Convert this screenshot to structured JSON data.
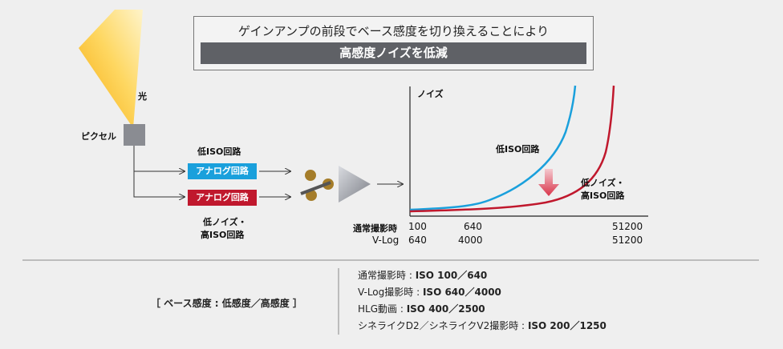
{
  "title": {
    "line1": "ゲインアンプの前段でベース感度を切り換えることにより",
    "line2": "高感度ノイズを低減"
  },
  "diagram": {
    "light_label": "光",
    "pixel_label": "ピクセル",
    "low_iso_label": "低ISO回路",
    "analog_top": "アナログ回路",
    "analog_bottom": "アナログ回路",
    "low_noise_line1": "低ノイズ・",
    "low_noise_line2": "高ISO回路"
  },
  "chart_data": {
    "type": "line",
    "ylabel": "ノイズ",
    "series": [
      {
        "name": "低ISO回路",
        "color": "#1aa0dc"
      },
      {
        "name": "低ノイズ・高ISO回路",
        "color": "#c0182d"
      }
    ],
    "series_label_red_line1": "低ノイズ・",
    "series_label_red_line2": "高ISO回路",
    "row1_label": "通常撮影時",
    "row1_ticks": [
      "100",
      "640",
      "51200"
    ],
    "row2_label": "V-Log",
    "row2_ticks": [
      "640",
      "4000",
      "51200"
    ]
  },
  "legend": {
    "bracket_label": "［ ベース感度 : 低感度／高感度 ］",
    "rows": [
      {
        "label": "通常撮影時 :",
        "value": "ISO 100／640"
      },
      {
        "label": "V-Log撮影時 :",
        "value": "ISO 640／4000"
      },
      {
        "label": "HLG動画 :",
        "value": "ISO 400／2500"
      },
      {
        "label": "シネライクD2／シネライクV2撮影時 :",
        "value": "ISO 200／1250"
      }
    ]
  },
  "colors": {
    "blue": "#1aa0dc",
    "red": "#c0182d",
    "dark_bar": "#5f6166",
    "pixel": "#8a8c92"
  }
}
